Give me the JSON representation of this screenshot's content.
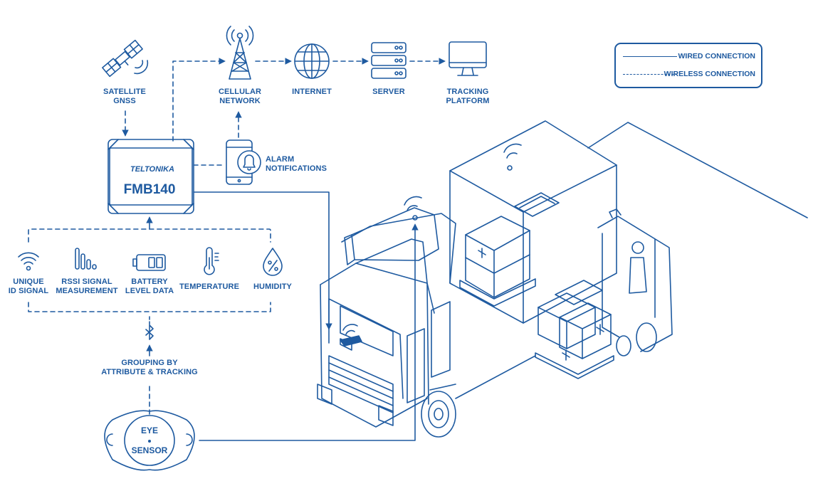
{
  "diagram": {
    "nodes": {
      "satellite": "SATELLITE\nGNSS",
      "cellular": "CELLULAR\nNETWORK",
      "internet": "INTERNET",
      "server": "SERVER",
      "tracking": "TRACKING\nPLATFORM",
      "alarm": "ALARM\nNOTIFICATIONS",
      "grouping": "GROUPING BY\nATTRIBUTE & TRACKING"
    },
    "device": {
      "brand": "TELTONIKA",
      "model": "FMB140"
    },
    "features": [
      {
        "label": "UNIQUE\nID SIGNAL",
        "icon": "wifi-signal-icon"
      },
      {
        "label": "RSSI SIGNAL\nMEASUREMENT",
        "icon": "signal-bars-icon"
      },
      {
        "label": "BATTERY\nLEVEL DATA",
        "icon": "battery-icon"
      },
      {
        "label": "TEMPERATURE",
        "icon": "thermometer-icon"
      },
      {
        "label": "HUMIDITY",
        "icon": "water-drop-icon"
      }
    ],
    "sensor": {
      "line1": "EYE",
      "line2": "SENSOR"
    }
  },
  "legend": {
    "wired": "WIRED CONNECTION",
    "wireless": "WIRELESS CONNECTION"
  },
  "colors": {
    "primary": "#1e5aa0",
    "background": "#ffffff"
  }
}
